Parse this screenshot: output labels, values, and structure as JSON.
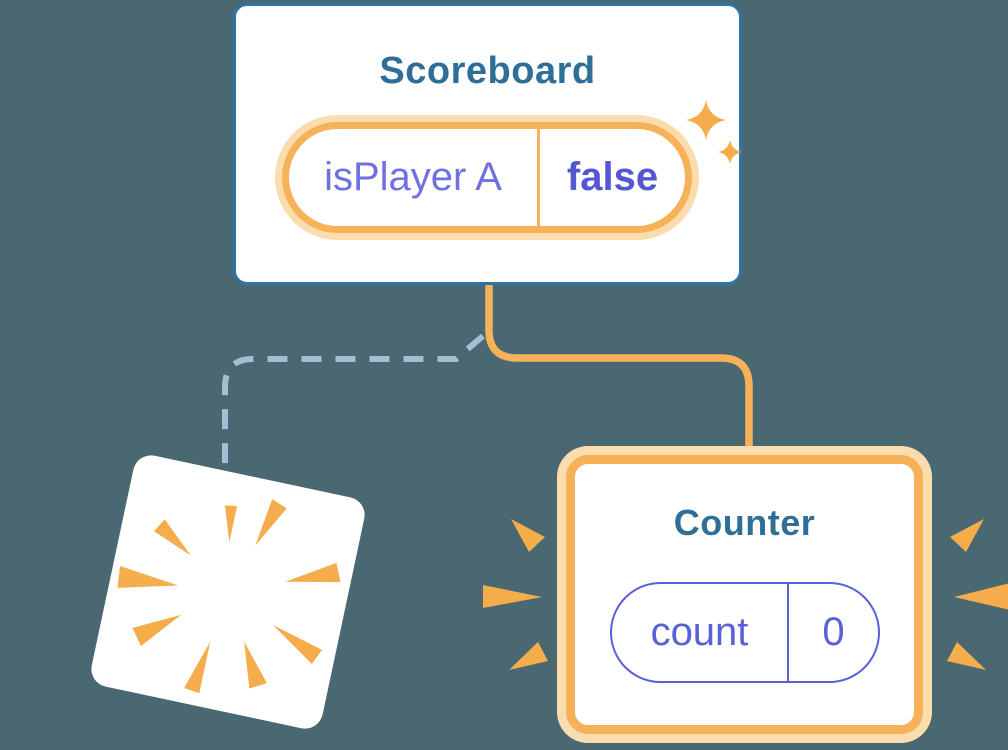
{
  "diagram": {
    "description": "React component tree state diagram",
    "scoreboard": {
      "title": "Scoreboard",
      "state": {
        "key": "isPlayer A",
        "value": "false"
      }
    },
    "counter": {
      "title": "Counter",
      "state": {
        "key": "count",
        "value": "0"
      }
    },
    "destroyed_component": {
      "label": ""
    }
  },
  "colors": {
    "background": "#4a6872",
    "card_border_blue": "#2e74a9",
    "title_blue": "#2f6e97",
    "accent_orange": "#f6b159",
    "orange_halo": "#fbdcad",
    "burst_orange": "#f5ad4c",
    "state_key_purple": "#6f71e0",
    "state_value_purple": "#5457d2",
    "counter_purple": "#5a60d6",
    "dashed_link_blue": "#a3bfd4"
  },
  "icons": {
    "sparkles": "sparkles-icon",
    "burst": "burst-rays-icon",
    "emphasis": "emphasis-marks-icon"
  }
}
